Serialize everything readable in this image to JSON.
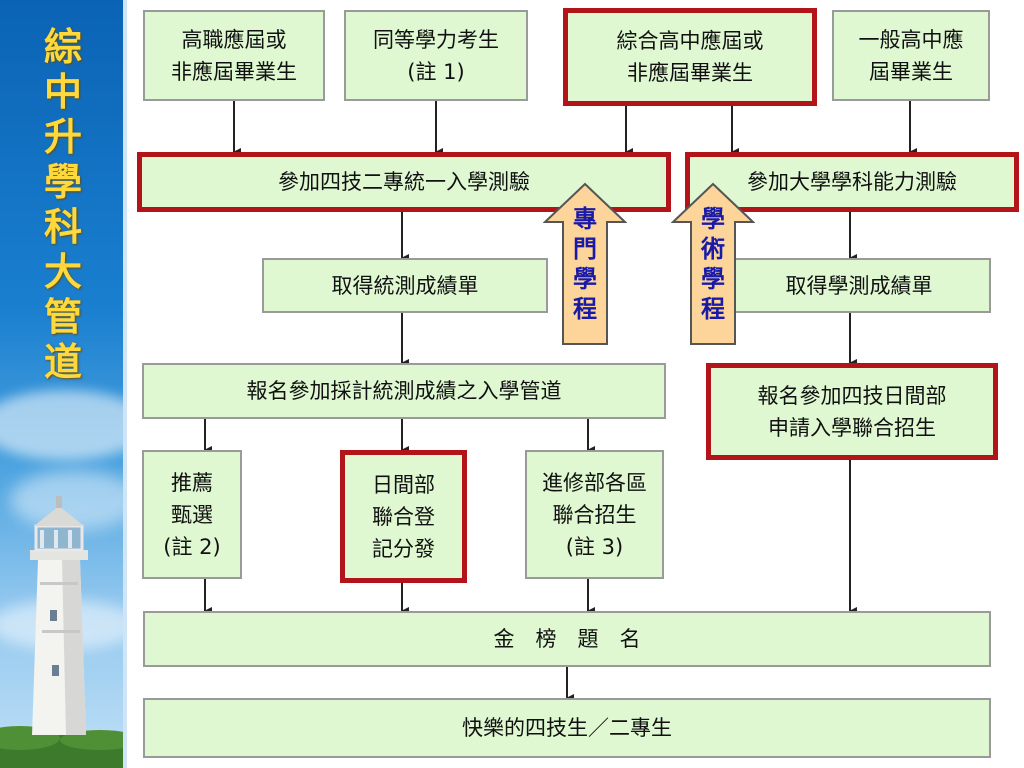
{
  "sidebar": {
    "title": "綜中升學科大管道"
  },
  "nodes": {
    "vocational_grad": "高職應屆或\n非應屆畢業生",
    "equivalent": "同等學力考生\n(註 1)",
    "comprehensive_grad": "綜合高中應屆或\n非應屆畢業生",
    "general_grad": "一般高中應\n屆畢業生",
    "tvc_exam": "參加四技二專統一入學測驗",
    "gsat_exam": "參加大學學科能力測驗",
    "tvc_scores": "取得統測成績單",
    "gsat_scores": "取得學測成績單",
    "tvc_register": "報名參加採計統測成績之入學管道",
    "day_apply": "報名參加四技日間部\n申請入學聯合招生",
    "recommend": "推薦\n甄選\n(註 2)",
    "day_assign": "日間部\n聯合登\n記分發",
    "night_admit": "進修部各區\n聯合招生\n(註 3)",
    "admitted": "金　榜　題　名",
    "happy": "快樂的四技生／二專生"
  },
  "tags": {
    "professional": "專門學程",
    "academic": "學術學程"
  },
  "colors": {
    "node_fill": "#dff8d2",
    "highlight_border": "#b3141a",
    "tag_fill": "#fdd59a",
    "tag_text": "#1a1aa8",
    "title_color": "#ffd93b",
    "sidebar_blue": "#0b63b5"
  }
}
